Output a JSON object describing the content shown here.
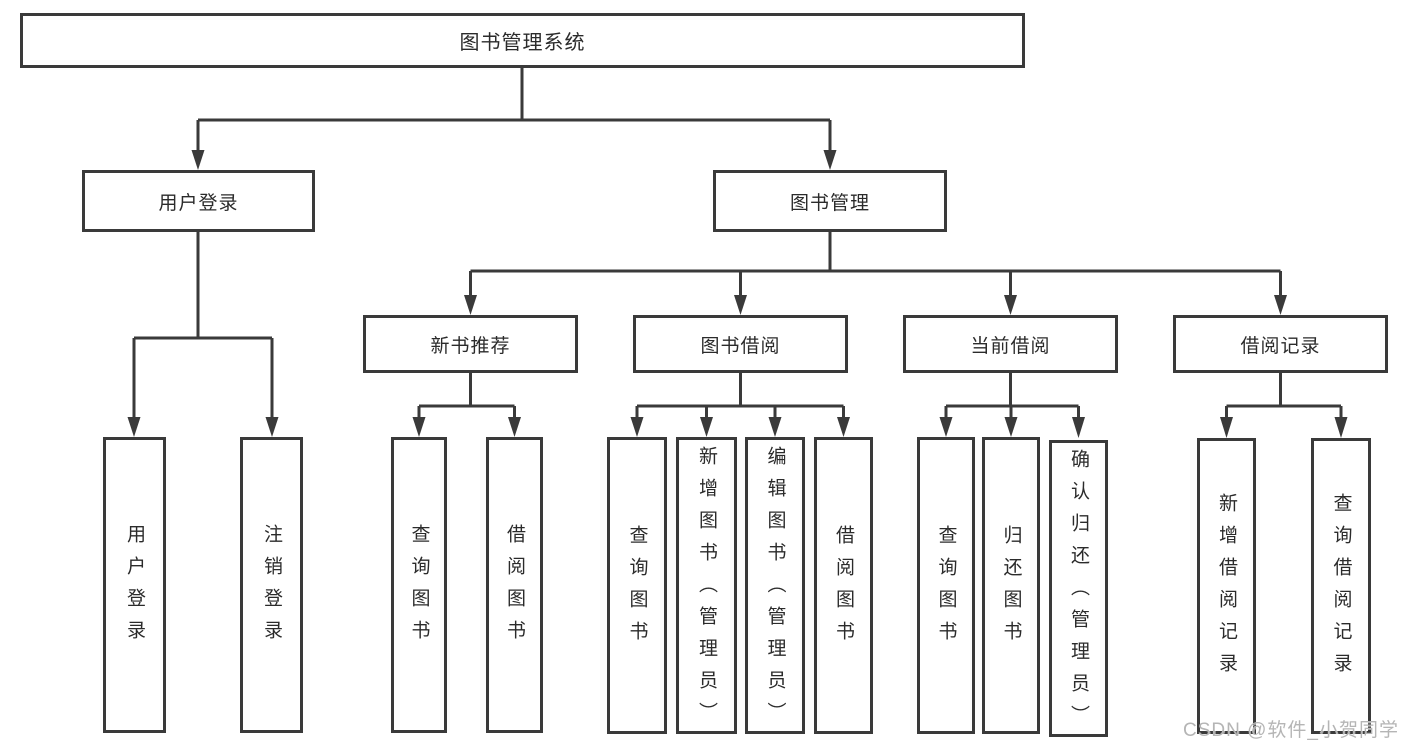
{
  "diagram": {
    "type": "hierarchy-tree",
    "root_label": "图书管理系统",
    "hierarchy": {
      "图书管理系统": {
        "用户登录": [
          "用户登录",
          "注销登录"
        ],
        "图书管理": {
          "新书推荐": [
            "查询图书",
            "借阅图书"
          ],
          "图书借阅": [
            "查询图书",
            "新增图书（管理员）",
            "编辑图书（管理员）",
            "借阅图书"
          ],
          "当前借阅": [
            "查询图书",
            "归还图书",
            "确认归还（管理员）"
          ],
          "借阅记录": [
            "新增借阅记录",
            "查询借阅记录"
          ]
        }
      }
    }
  },
  "nodes": {
    "root": "图书管理系统",
    "userLogin": "用户登录",
    "bookMgmt": "图书管理",
    "login": "用户登录",
    "logout": "注销登录",
    "newBooks": "新书推荐",
    "bookBorrow": "图书借阅",
    "currentBorrow": "当前借阅",
    "borrowRecords": "借阅记录",
    "nbQuery": "查询图书",
    "nbBorrow": "借阅图书",
    "bwQuery": "查询图书",
    "bwAdd": "新增图书（管理员）",
    "bwEdit": "编辑图书（管理员）",
    "bwBorrow": "借阅图书",
    "cuQuery": "查询图书",
    "cuReturn": "归还图书",
    "cuConfirm": "确认归还（管理员）",
    "rcAdd": "新增借阅记录",
    "rcQuery": "查询借阅记录"
  },
  "watermark": "CSDN @软件_小贺同学",
  "colors": {
    "line": "#3a3a3a",
    "text": "#2b2b2b",
    "background": "#ffffff",
    "watermark": "#b5b5b5"
  }
}
